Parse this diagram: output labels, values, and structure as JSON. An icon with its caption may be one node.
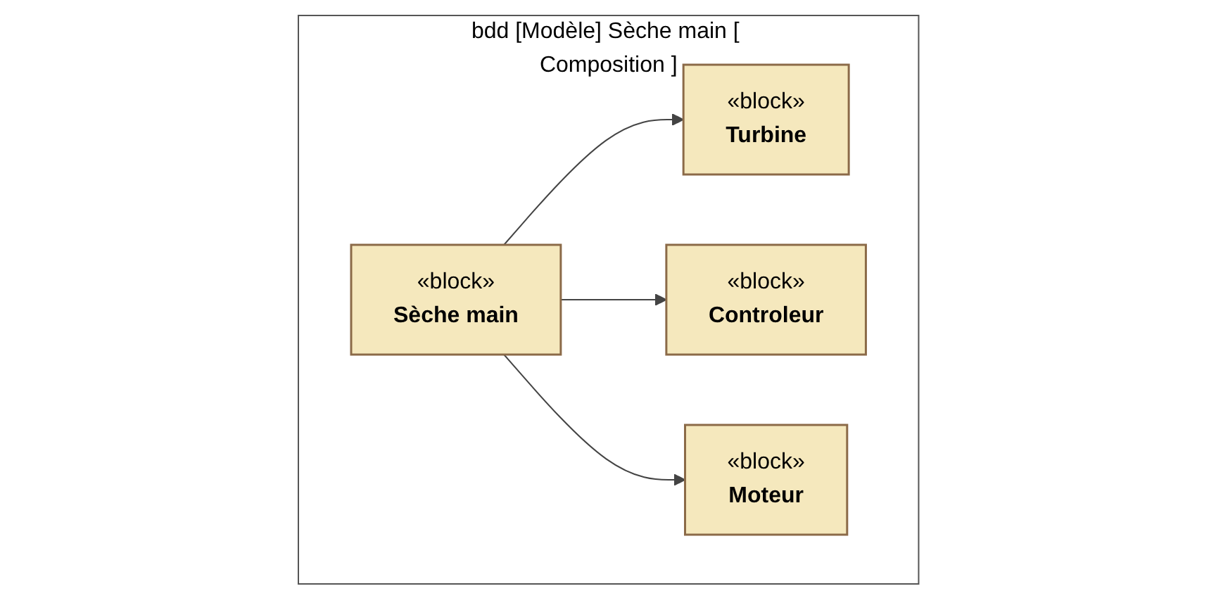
{
  "diagram": {
    "nodes": [
      {
        "text": [
          "bdd [Modèle] Sèche main [ Composition ]"
        ]
      },
      {
        "text": [
          "«block»",
          "Turbine"
        ],
        "in": 0
      },
      {
        "text": [
          "«block»",
          "Controleur"
        ],
        "in": 0
      },
      {
        "text": [
          "«block»",
          "Sèche main"
        ],
        "in": 0
      },
      {
        "text": [
          "«block»",
          "Moteur"
        ],
        "in": 0
      }
    ],
    "edges": [
      {
        "from": 3,
        "to": 1,
        "arrow": "to"
      },
      {
        "from": 3,
        "to": 2,
        "arrow": "to"
      },
      {
        "from": 3,
        "to": 4,
        "arrow": "to"
      }
    ]
  }
}
